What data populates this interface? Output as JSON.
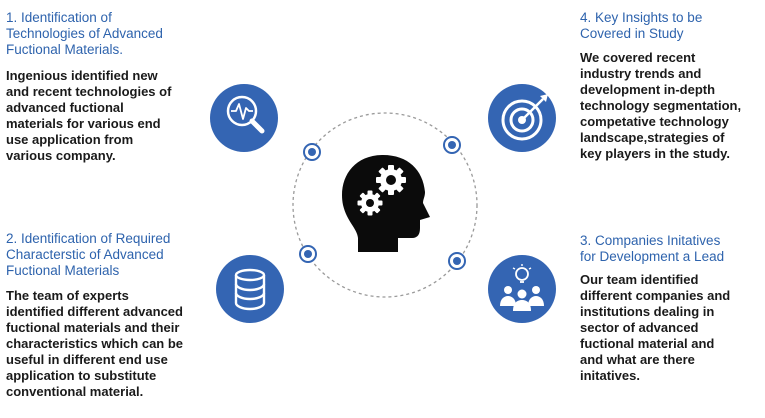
{
  "colors": {
    "accent": "#3465b3",
    "title": "#2e63ad",
    "text": "#1a1a1a",
    "dash": "#9a9a9a"
  },
  "items": [
    {
      "title": "1. Identification of\nTechnologies of  Advanced\nFuctional Materials.",
      "body": "Ingenious identified new\nand recent technologies of\nadvanced fuctional\nmaterials for various end\nuse application from\nvarious company.",
      "icon": "magnifier-pulse-icon"
    },
    {
      "title": "2. Identification of Required\nCharacterstic of Advanced\nFuctional Materials",
      "body": "The team of experts\nidentified different advanced\nfuctional materials and their\ncharacteristics which can be\nuseful in different end use\napplication to substitute\nconventional material.",
      "icon": "database-icon"
    },
    {
      "title": "4. Key Insights to be\nCovered in Study",
      "body": "We covered recent\nindustry trends and\ndevelopment  in-depth\ntechnology segmentation,\ncompetative technology\nlandscape,strategies of\nkey players in the study.",
      "icon": "target-icon"
    },
    {
      "title": "3. Companies Initatives\nfor Development a Lead",
      "body": "Our team identified\ndifferent companies and\ninstitutions dealing  in\nsector of advanced\nfuctional material and\nand what are there\ninitatives.",
      "icon": "team-idea-icon"
    }
  ],
  "center_icon": "head-gears-icon"
}
